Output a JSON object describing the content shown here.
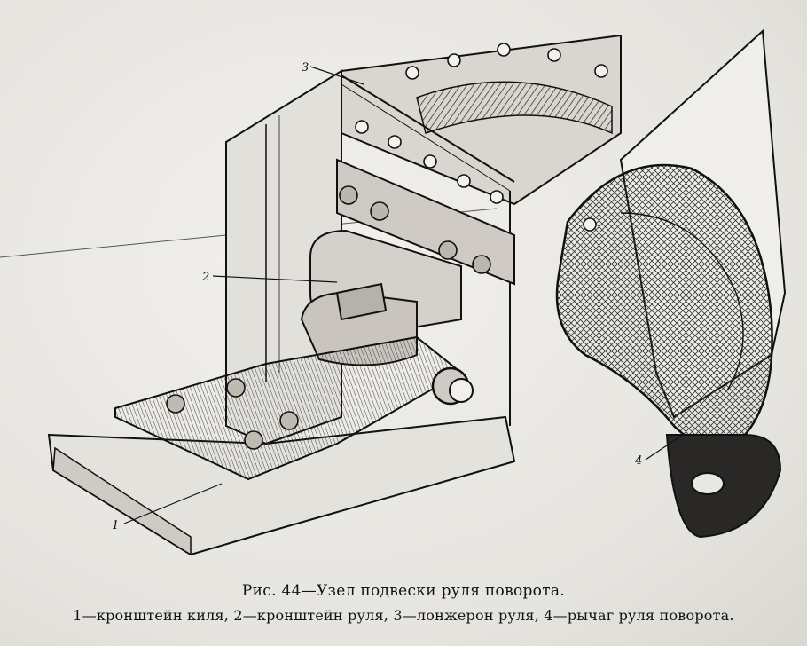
{
  "figure": {
    "caption_title": "Рис. 44—Узел подвески руля поворота.",
    "legend_text": "1—кронштейн киля, 2—кронштейн руля, 3—лонжерон руля, 4—рычаг руля поворота.",
    "callouts": [
      {
        "label": "1",
        "part": "кронштейн киля"
      },
      {
        "label": "2",
        "part": "кронштейн руля"
      },
      {
        "label": "3",
        "part": "лонжерон руля"
      },
      {
        "label": "4",
        "part": "рычаг руля поворота"
      }
    ]
  },
  "colors": {
    "ink": "#111111",
    "paper": "#e9e7e2",
    "metal_light": "#d4d1cb",
    "metal_dark": "#2a2826"
  }
}
